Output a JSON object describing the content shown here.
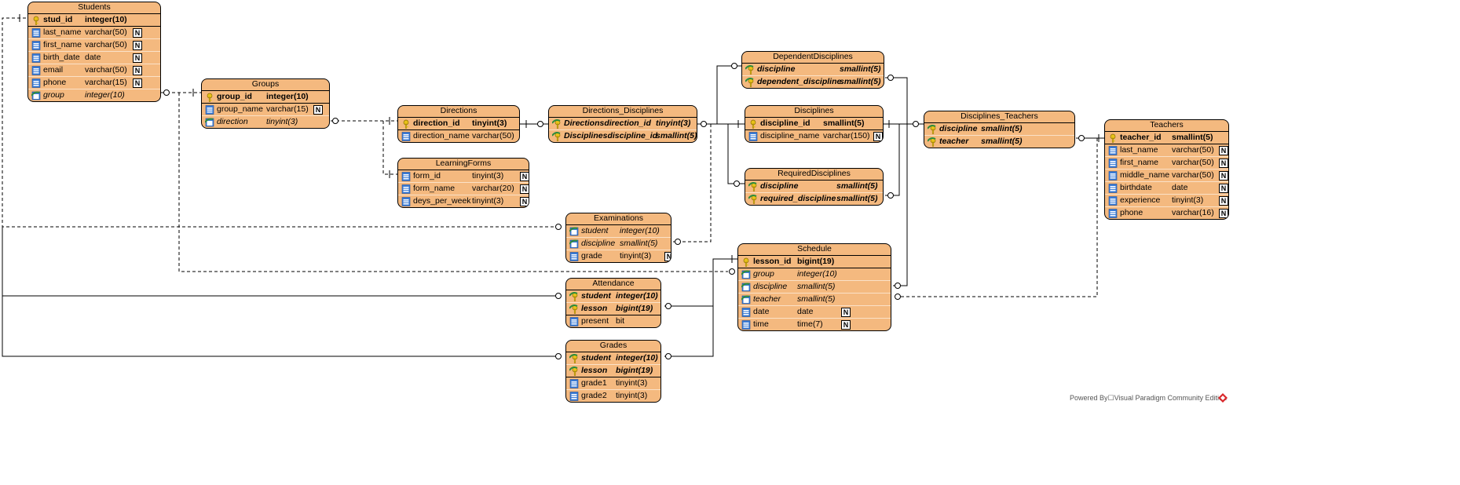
{
  "entities": {
    "students": {
      "title": "Students",
      "columns": [
        {
          "name": "stud_id",
          "type": "integer(10)",
          "pk": true
        },
        {
          "name": "last_name",
          "type": "varchar(50)",
          "nullable": "N"
        },
        {
          "name": "first_name",
          "type": "varchar(50)",
          "nullable": "N"
        },
        {
          "name": "birth_date",
          "type": "date",
          "nullable": "N"
        },
        {
          "name": "email",
          "type": "varchar(50)",
          "nullable": "N"
        },
        {
          "name": "phone",
          "type": "varchar(15)",
          "nullable": "N"
        },
        {
          "name": "group",
          "type": "integer(10)",
          "fk": true
        }
      ]
    },
    "groups": {
      "title": "Groups",
      "columns": [
        {
          "name": "group_id",
          "type": "integer(10)",
          "pk": true
        },
        {
          "name": "group_name",
          "type": "varchar(15)",
          "nullable": "N"
        },
        {
          "name": "direction",
          "type": "tinyint(3)",
          "fk": true
        }
      ]
    },
    "directions": {
      "title": "Directions",
      "columns": [
        {
          "name": "direction_id",
          "type": "tinyint(3)",
          "pk": true
        },
        {
          "name": "direction_name",
          "type": "varchar(50)"
        }
      ]
    },
    "learning_forms": {
      "title": "LearningForms",
      "columns": [
        {
          "name": "form_id",
          "type": "tinyint(3)",
          "nullable": "N"
        },
        {
          "name": "form_name",
          "type": "varchar(20)",
          "nullable": "N"
        },
        {
          "name": "deys_per_week",
          "type": "tinyint(3)",
          "nullable": "N"
        }
      ]
    },
    "directions_disciplines": {
      "title": "Directions_Disciplines",
      "columns": [
        {
          "name": "Directionsdirection_id",
          "type": "tinyint(3)",
          "pkfk": true
        },
        {
          "name": "Disciplinesdiscipline_id",
          "type": "smallint(5)",
          "pkfk": true
        }
      ]
    },
    "dependent_disciplines": {
      "title": "DependentDisciplines",
      "columns": [
        {
          "name": "discipline",
          "type": "smallint(5)",
          "pkfk": true
        },
        {
          "name": "dependent_discipline",
          "type": "smallint(5)",
          "pkfk": true
        }
      ]
    },
    "disciplines": {
      "title": "Disciplines",
      "columns": [
        {
          "name": "discipline_id",
          "type": "smallint(5)",
          "pk": true
        },
        {
          "name": "discipline_name",
          "type": "varchar(150)",
          "nullable": "N"
        }
      ]
    },
    "required_disciplines": {
      "title": "RequiredDisciplines",
      "columns": [
        {
          "name": "discipline",
          "type": "smallint(5)",
          "pkfk": true
        },
        {
          "name": "required_discipline",
          "type": "smallint(5)",
          "pkfk": true
        }
      ]
    },
    "disciplines_teachers": {
      "title": "Disciplines_Teachers",
      "columns": [
        {
          "name": "discipline",
          "type": "smallint(5)",
          "pkfk": true
        },
        {
          "name": "teacher",
          "type": "smallint(5)",
          "pkfk": true
        }
      ]
    },
    "teachers": {
      "title": "Teachers",
      "columns": [
        {
          "name": "teacher_id",
          "type": "smallint(5)",
          "pk": true
        },
        {
          "name": "last_name",
          "type": "varchar(50)",
          "nullable": "N"
        },
        {
          "name": "first_name",
          "type": "varchar(50)",
          "nullable": "N"
        },
        {
          "name": "middle_name",
          "type": "varchar(50)",
          "nullable": "N"
        },
        {
          "name": "birthdate",
          "type": "date",
          "nullable": "N"
        },
        {
          "name": "experience",
          "type": "tinyint(3)",
          "nullable": "N"
        },
        {
          "name": "phone",
          "type": "varchar(16)",
          "nullable": "N"
        }
      ]
    },
    "examinations": {
      "title": "Examinations",
      "columns": [
        {
          "name": "student",
          "type": "integer(10)",
          "fk": true
        },
        {
          "name": "discipline",
          "type": "smallint(5)",
          "fk": true
        },
        {
          "name": "grade",
          "type": "tinyint(3)",
          "nullable": "N"
        }
      ]
    },
    "schedule": {
      "title": "Schedule",
      "columns": [
        {
          "name": "lesson_id",
          "type": "bigint(19)",
          "pk": true
        },
        {
          "name": "group",
          "type": "integer(10)",
          "fk": true
        },
        {
          "name": "discipline",
          "type": "smallint(5)",
          "fk": true
        },
        {
          "name": "teacher",
          "type": "smallint(5)",
          "fk": true
        },
        {
          "name": "date",
          "type": "date",
          "nullable": "N"
        },
        {
          "name": "time",
          "type": "time(7)",
          "nullable": "N"
        }
      ]
    },
    "attendance": {
      "title": "Attendance",
      "columns": [
        {
          "name": "student",
          "type": "integer(10)",
          "pkfk": true
        },
        {
          "name": "lesson",
          "type": "bigint(19)",
          "pkfk": true
        },
        {
          "name": "present",
          "type": "bit"
        }
      ]
    },
    "grades": {
      "title": "Grades",
      "columns": [
        {
          "name": "student",
          "type": "integer(10)",
          "pkfk": true
        },
        {
          "name": "lesson",
          "type": "bigint(19)",
          "pkfk": true
        },
        {
          "name": "grade1",
          "type": "tinyint(3)"
        },
        {
          "name": "grade2",
          "type": "tinyint(3)"
        }
      ]
    }
  },
  "watermark": "Powered By☐Visual Paradigm Community Edition",
  "colors": {
    "entity_fill": "#f4b97f",
    "border": "#000000",
    "key_icon": "#e8c21a",
    "column_icon": "#3a7bd5"
  }
}
